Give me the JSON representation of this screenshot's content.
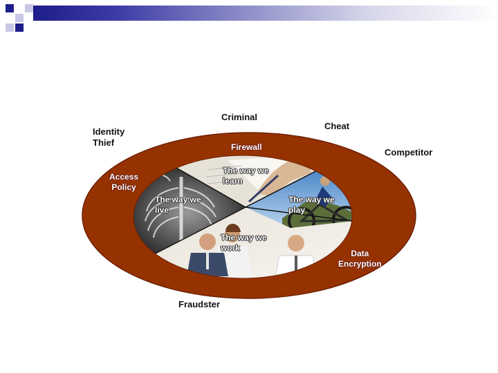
{
  "colors": {
    "ring": "#963200",
    "ring_text": "#ffffff",
    "header_dark": "#1e1e8c",
    "header_mid": "#6c6cbc",
    "header_light": "#c8c8e6"
  },
  "outer_labels": {
    "criminal": "Criminal",
    "cheat": "Cheat",
    "identity_thief_line1": "Identity",
    "identity_thief_line2": "Thief",
    "competitor": "Competitor",
    "fraudster": "Fraudster"
  },
  "ring_labels": {
    "firewall": "Firewall",
    "access_policy_line1": "Access",
    "access_policy_line2": "Policy",
    "data_encryption_line1": "Data",
    "data_encryption_line2": "Encryption"
  },
  "segments": {
    "learn_line1": "The way we",
    "learn_line2": "learn",
    "live_line1": "The way we",
    "live_line2": "live",
    "play_line1": "The way we",
    "play_line2": "play",
    "work_line1": "The way we",
    "work_line2": "work"
  },
  "segment_images": {
    "learn": "hand-writing-photo",
    "live": "chest-xray-photo",
    "play": "mountain-biker-photo",
    "work": "office-workers-photo"
  }
}
